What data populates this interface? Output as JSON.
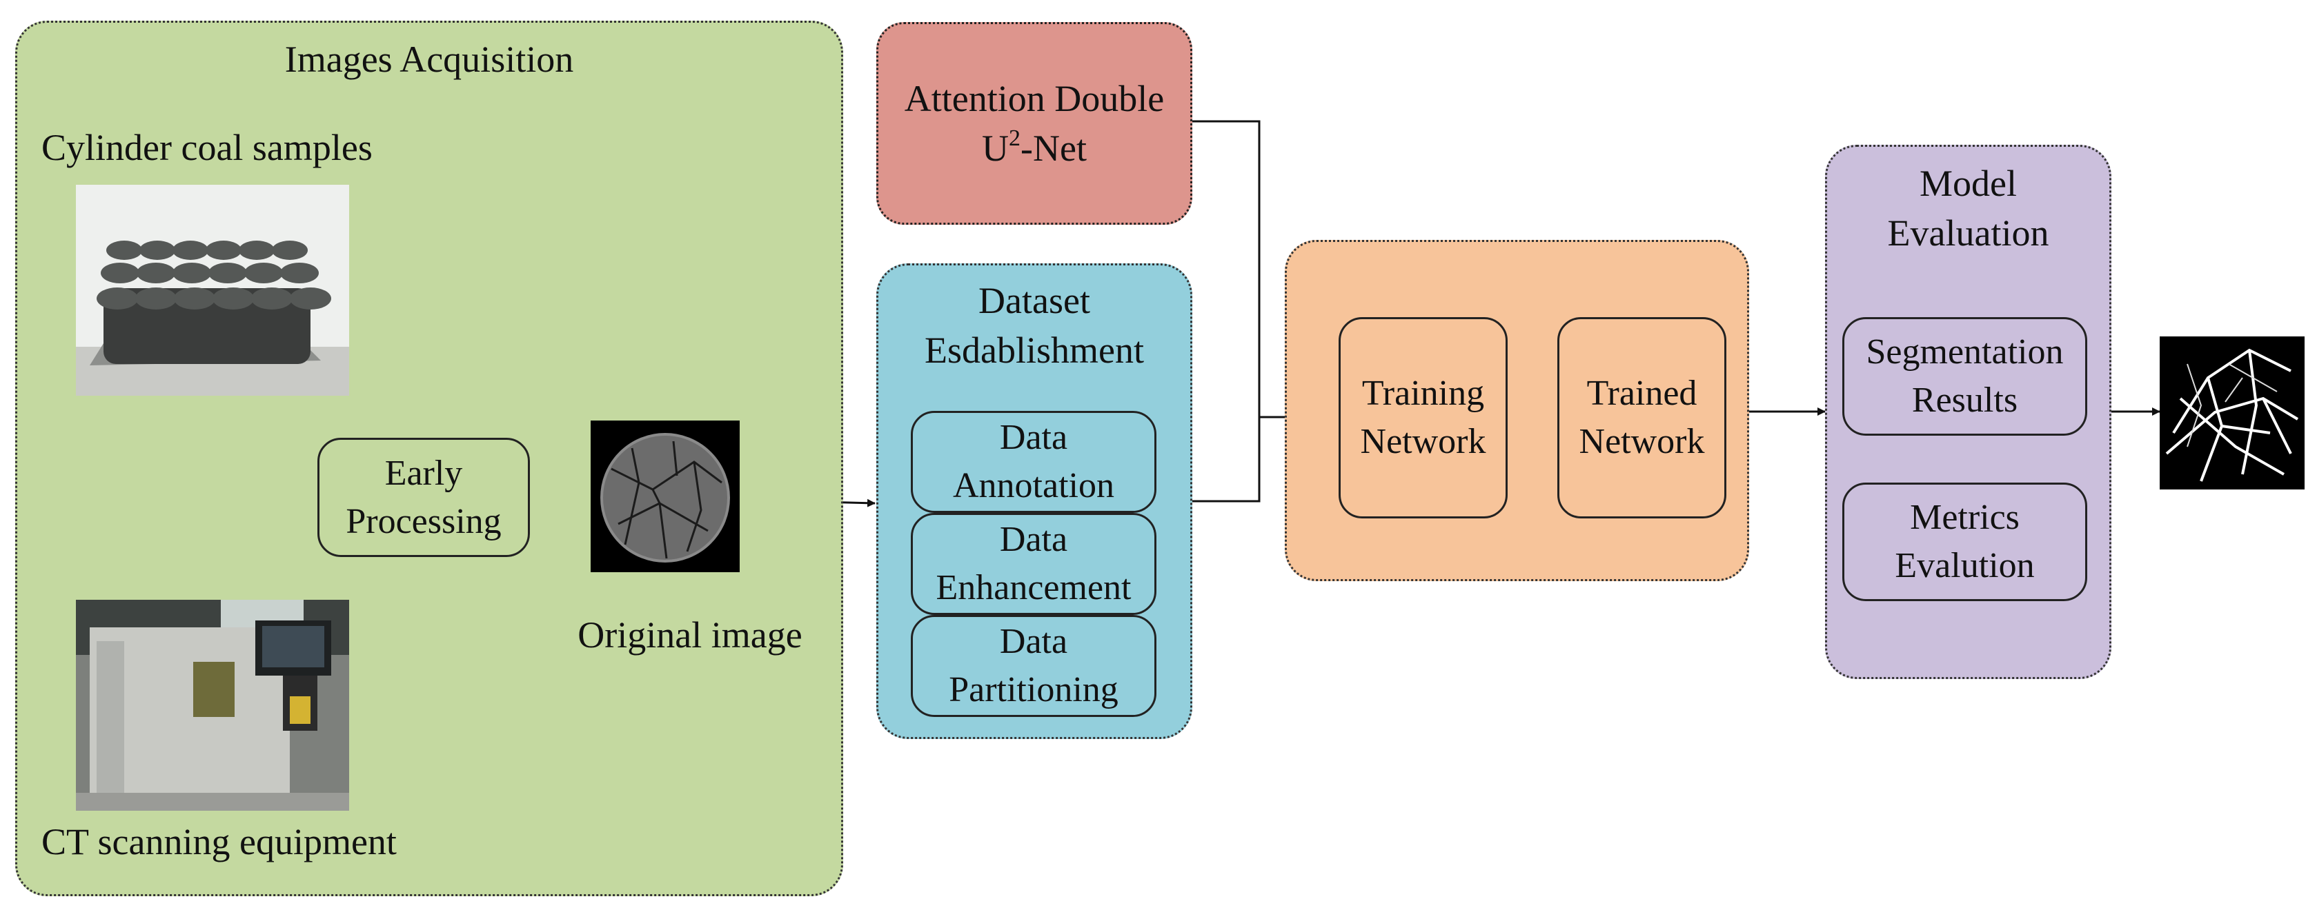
{
  "acquisition": {
    "title": "Images Acquisition",
    "samples_label": "Cylinder coal samples",
    "ct_label": "CT scanning equipment",
    "early_processing": [
      "Early",
      "Processing"
    ],
    "original_image_label": "Original image"
  },
  "model": {
    "line1": "Attention Double",
    "line2_base": "U",
    "line2_sup": "2",
    "line2_rest": "-Net"
  },
  "dataset": {
    "title": [
      "Dataset",
      "Esdablishment"
    ],
    "annotation": [
      "Data",
      "Annotation"
    ],
    "enhancement": [
      "Data",
      "Enhancement"
    ],
    "partitioning": [
      "Data",
      "Partitioning"
    ]
  },
  "training": {
    "training_network": [
      "Training",
      "Network"
    ],
    "trained_network": [
      "Trained",
      "Network"
    ]
  },
  "evaluation": {
    "title": [
      "Model",
      "Evaluation"
    ],
    "segmentation": [
      "Segmentation",
      "Results"
    ],
    "metrics": [
      "Metrics",
      "Evalution"
    ]
  },
  "colors": {
    "acquisition_bg": "#c4d9a0",
    "model_bg": "#dd958d",
    "dataset_bg": "#93cfdc",
    "training_bg": "#f7c49a",
    "evaluation_bg": "#cbbfdc"
  }
}
